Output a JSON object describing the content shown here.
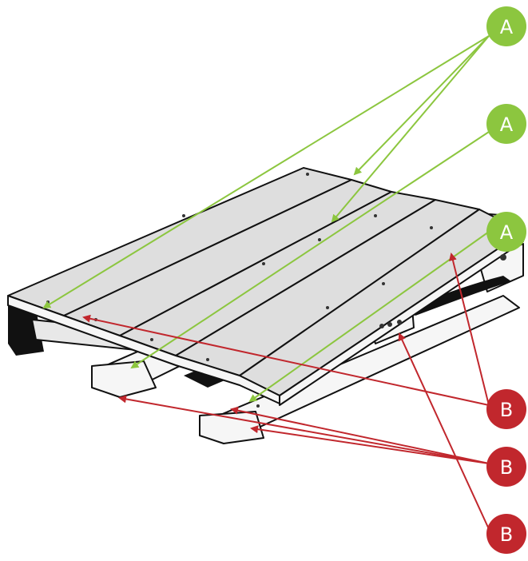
{
  "badges": [
    {
      "label": "A",
      "color": "#8cc63f"
    },
    {
      "label": "A",
      "color": "#8cc63f"
    },
    {
      "label": "A",
      "color": "#8cc63f"
    },
    {
      "label": "B",
      "color": "#c1272d"
    },
    {
      "label": "B",
      "color": "#c1272d"
    },
    {
      "label": "B",
      "color": "#c1272d"
    }
  ],
  "colors": {
    "green_arrow": "#8cc63f",
    "red_arrow": "#c1272d"
  }
}
